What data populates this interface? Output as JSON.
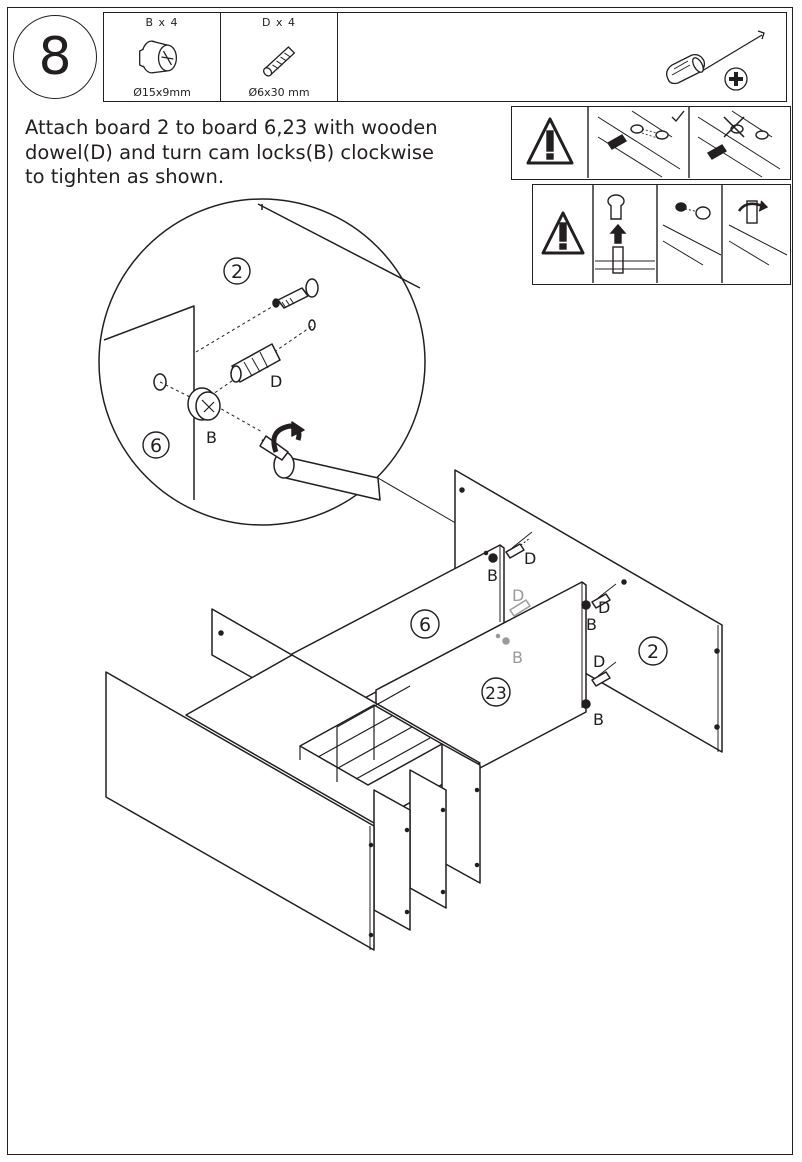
{
  "step": {
    "number": "8"
  },
  "parts": [
    {
      "label": "B x 4",
      "size": "Ø15x9mm",
      "icon": "cam-lock-icon"
    },
    {
      "label": "D x 4",
      "size": "Ø6x30 mm",
      "icon": "wooden-dowel-icon"
    }
  ],
  "tool": {
    "icon": "phillips-screwdriver-icon"
  },
  "instruction": {
    "line1": "Attach board 2 to board 6,23 with wooden",
    "line2": "dowel(D) and turn cam locks(B) clockwise",
    "line3": "to tighten as shown."
  },
  "detail": {
    "board_top": "2",
    "board_side": "6",
    "dowel_label": "D",
    "cam_label": "B"
  },
  "assembly": {
    "board_2": "2",
    "board_6": "6",
    "board_23": "23",
    "label_b1": "B",
    "label_d1": "D",
    "label_b2": "B",
    "label_d2": "D",
    "label_b3": "B",
    "label_d3": "D",
    "label_b_grey": "B",
    "label_d_grey": "D"
  },
  "colors": {
    "line": "#231f20",
    "grey_label": "#9a9a9a"
  }
}
